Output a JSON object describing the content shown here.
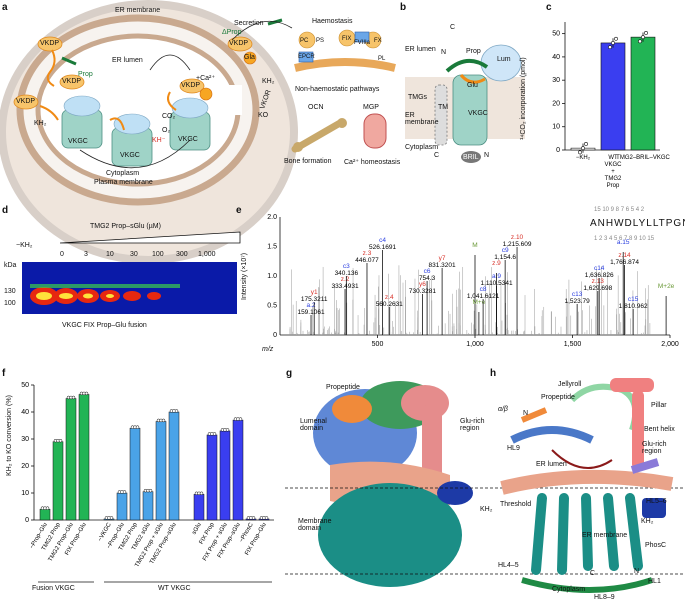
{
  "panels": {
    "a": {
      "label": "a",
      "er_membrane": "ER membrane",
      "er_lumen": "ER lumen",
      "cytoplasm": "Cytoplasm",
      "plasma_membrane": "Plasma membrane",
      "secretion": "Secretion",
      "dprop": "ΔProp",
      "prop": "Prop",
      "vkdp": "VKDP",
      "gla": "Gla",
      "ca": "+Ca²⁺",
      "vkgc": "VKGC",
      "kh2": "KH₂",
      "ko": "KO",
      "kh": "KH⁻",
      "co2": "CO₂",
      "o2": "O₂",
      "vkor": "VKOR",
      "haemostasis": "Haemostasis",
      "non_haem": "Non-haemostatic pathways",
      "ocn": "OCN",
      "mgp": "MGP",
      "bone": "Bone formation",
      "ca_homeo": "Ca²⁺ homeostasis",
      "haem_proteins": [
        "PC",
        "PS",
        "EPCR",
        "FIX",
        "FVIIIa",
        "FX",
        "PL"
      ]
    },
    "b": {
      "label": "b",
      "er_lumen": "ER lumen",
      "tmgs": "TMGs",
      "er_membrane": "ER membrane",
      "cytoplasm": "Cytoplasm",
      "prop": "Prop",
      "lum": "Lum",
      "glu": "Glu",
      "tm": "TM",
      "vkgc": "VKGC",
      "bril": "BRIL",
      "c": "C",
      "n": "N"
    },
    "c": {
      "label": "c",
      "ylabel": "¹⁴CO₂ incorporation (pmol)",
      "ticks": [
        "0",
        "10",
        "20",
        "30",
        "40",
        "50"
      ]
    },
    "d": {
      "label": "d",
      "title": "TMG2 Prop–sGlu (µM)",
      "minus": "−KH₂",
      "concs": [
        "0",
        "3",
        "10",
        "30",
        "100",
        "300",
        "1,000"
      ],
      "kda": "kDa",
      "mw": [
        "130",
        "100"
      ],
      "caption": "VKGC FIX Prop–Glu fusion"
    },
    "e": {
      "label": "e",
      "ylabel": "Intensity (×10⁷)",
      "xlabel": "m/z",
      "peptide": "ANHWDLYLLTPGNLYR",
      "top_nums": "15  10 9 8 7 6 5 4 2",
      "bot_nums": "1  2 3 4 5 6 7 8 9 10 15",
      "peaks": [
        {
          "ion": "a.2",
          "sub": "z.1",
          "mz": "159.1061"
        },
        {
          "ion": "y1",
          "mz": "175.3211"
        },
        {
          "ion": "z.2",
          "mz": "333.4931"
        },
        {
          "ion": "c3",
          "mz": "340.136"
        },
        {
          "ion": "z.3",
          "mz": "446.077"
        },
        {
          "ion": "c4",
          "mz": "526.1691"
        },
        {
          "ion": "z.4",
          "mz": "560.2631"
        },
        {
          "ion": "y6",
          "mz": "730.3281"
        },
        {
          "ion": "c6",
          "mz": "754.3"
        },
        {
          "ion": "y7",
          "mz": "831.3201"
        },
        {
          "ion": "M"
        },
        {
          "ion": "M+e"
        },
        {
          "ion": "c8",
          "mz": "1,041.6121"
        },
        {
          "ion": "a.9",
          "mz": "1,110.5341"
        },
        {
          "ion": "z.9"
        },
        {
          "ion": "c9",
          "mz": "1,154.6"
        },
        {
          "ion": "z.10",
          "mz": "1,215.609"
        },
        {
          "ion": "c13",
          "mz": "1,523.79"
        },
        {
          "ion": "z.13",
          "mz": "1,629.698"
        },
        {
          "ion": "c14",
          "mz": "1,636.826"
        },
        {
          "ion": "z.14",
          "mz": "1,766.874"
        },
        {
          "ion": "a.15"
        },
        {
          "ion": "c15",
          "mz": "1,810.962"
        },
        {
          "ion": "M+2e"
        }
      ]
    },
    "f": {
      "label": "f",
      "ylabel": "KH₂ to KO conversion (%)",
      "ticks": [
        "0",
        "10",
        "20",
        "30",
        "40",
        "50"
      ],
      "group1": "Fusion VKGC",
      "group2": "WT VKGC"
    },
    "g": {
      "label": "g",
      "propeptide": "Propeptide",
      "lumenal": "Lumenal domain",
      "glu_region": "Glu-rich region",
      "kh2": "KH₂",
      "membrane": "Membrane domain"
    },
    "h": {
      "label": "h",
      "jellyroll": "Jellyroll",
      "propeptide": "Propeptide",
      "pillar": "Pillar",
      "ab": "α/β",
      "n": "N",
      "bent": "Bent helix",
      "glu_region": "Glu-rich region",
      "hl9": "HL9",
      "er_lumen": "ER lumen",
      "threshold": "Threshold",
      "kh2": "KH₂",
      "hl56": "HL5–6",
      "er_membrane": "ER membrane",
      "phosc": "PhosC",
      "hl45": "HL4–5",
      "cytoplasm": "Cytoplasm",
      "hl89": "HL8–9",
      "hl1": "HL1",
      "c": "C"
    }
  },
  "chart_data": [
    {
      "panel": "c",
      "type": "bar",
      "categories": [
        "−KH₂",
        "WT VKGC + TMG2 Prop",
        "TMG2–BRIL–VKGC"
      ],
      "values": [
        0.8,
        46,
        48.5
      ],
      "colors": [
        "#ffffff",
        "#3a3ef0",
        "#22b455"
      ],
      "ylabel": "¹⁴CO₂ incorporation (pmol)",
      "ylim": [
        0,
        55
      ]
    },
    {
      "panel": "f",
      "type": "bar",
      "categories": [
        "−Prop–Glu",
        "TMG2 Prop",
        "TMG2 Prop–Glu",
        "FIX Prop–Glu",
        "−VKGC",
        "−Prop–Glu",
        "TMG2 Prop",
        "TMG2 sGlu",
        "TMG2 Prop + sGlu",
        "TMG2 Prop–sGlu",
        "sGlu",
        "FIX Prop",
        "FIX Prop + sGlu",
        "FIX Prop–sGlu",
        "−PhosC",
        "FIX Prop–Glu"
      ],
      "values": [
        4,
        29,
        45,
        46.5,
        0.4,
        10,
        34,
        10.5,
        36.5,
        40,
        9.5,
        31.5,
        33,
        37,
        0.4,
        0.4
      ],
      "colors": [
        "#22b455",
        "#22b455",
        "#22b455",
        "#22b455",
        "#4aa3e8",
        "#4aa3e8",
        "#4aa3e8",
        "#4aa3e8",
        "#4aa3e8",
        "#4aa3e8",
        "#3a3ef0",
        "#3a3ef0",
        "#3a3ef0",
        "#3a3ef0",
        "#3a3ef0",
        "#3a3ef0"
      ],
      "ylabel": "KH₂ to KO conversion (%)",
      "ylim": [
        0,
        50
      ]
    },
    {
      "panel": "e",
      "type": "line",
      "xlabel": "m/z",
      "ylabel": "Intensity (×10⁷)",
      "xlim": [
        0,
        2000
      ],
      "x_ticks": [
        "500",
        "1,000",
        "1,500",
        "2,000"
      ],
      "y_ticks": [
        "0",
        "0.5",
        "1.0",
        "1.5",
        "2.0"
      ]
    }
  ]
}
